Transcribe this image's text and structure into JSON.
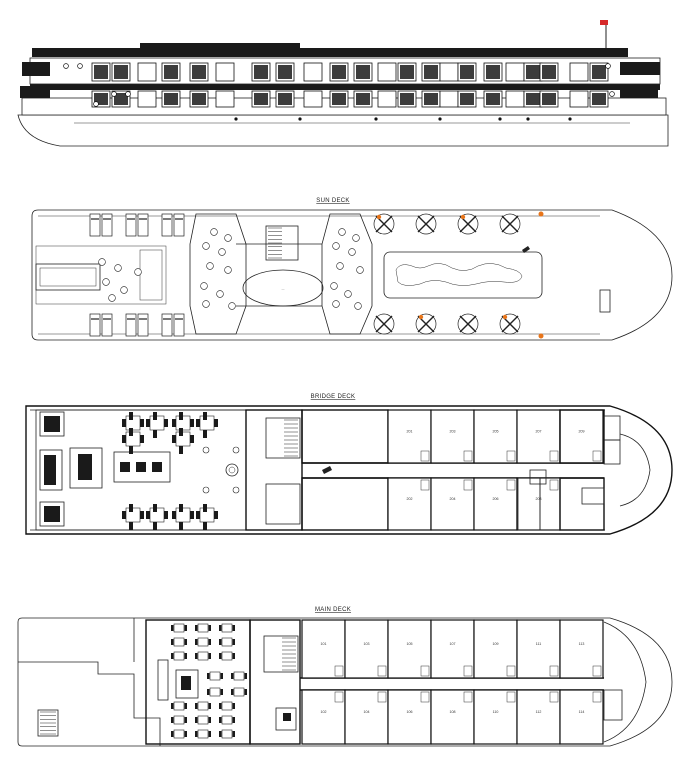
{
  "diagram": {
    "decks": [
      {
        "id": "sun",
        "title": "SUN DECK"
      },
      {
        "id": "bridge",
        "title": "BRIDGE DECK"
      },
      {
        "id": "main",
        "title": "MAIN DECK"
      }
    ],
    "bridge_cabins_top": [
      "201",
      "203",
      "205",
      "207",
      "209"
    ],
    "bridge_cabins_bottom": [
      "202",
      "204",
      "206",
      "208"
    ],
    "main_cabins_top": [
      "101",
      "103",
      "105",
      "107",
      "109",
      "111",
      "113"
    ],
    "main_cabins_bottom": [
      "102",
      "104",
      "106",
      "108",
      "110",
      "112",
      "114"
    ],
    "accent_colors": {
      "lines": "#111111",
      "dark_fill": "#1a1a1a",
      "highlight": "#e8751a",
      "flag": "#d62a2a"
    }
  }
}
